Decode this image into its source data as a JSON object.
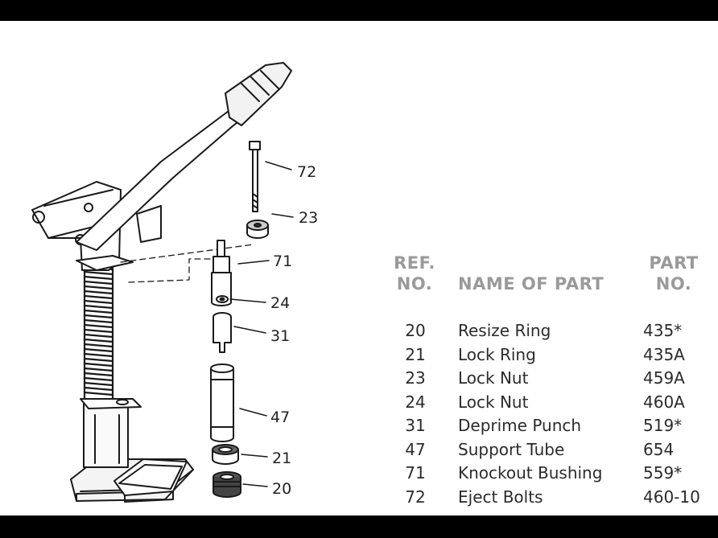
{
  "callouts": [
    "72",
    "23",
    "71",
    "24",
    "31",
    "47",
    "21",
    "20"
  ],
  "table": {
    "headers": {
      "ref_line1": "REF.",
      "ref_line2": "NO.",
      "name": "NAME OF PART",
      "part_line1": "PART",
      "part_line2": "NO."
    },
    "rows": [
      {
        "ref": "20",
        "name": "Resize Ring",
        "part": "435*"
      },
      {
        "ref": "21",
        "name": "Lock Ring",
        "part": "435A"
      },
      {
        "ref": "23",
        "name": "Lock Nut",
        "part": "459A"
      },
      {
        "ref": "24",
        "name": "Lock Nut",
        "part": "460A"
      },
      {
        "ref": "31",
        "name": "Deprime Punch",
        "part": "519*"
      },
      {
        "ref": "47",
        "name": "Support Tube",
        "part": "654"
      },
      {
        "ref": "71",
        "name": "Knockout Bushing",
        "part": "559*"
      },
      {
        "ref": "72",
        "name": "Eject Bolts",
        "part": "460-10"
      }
    ]
  }
}
